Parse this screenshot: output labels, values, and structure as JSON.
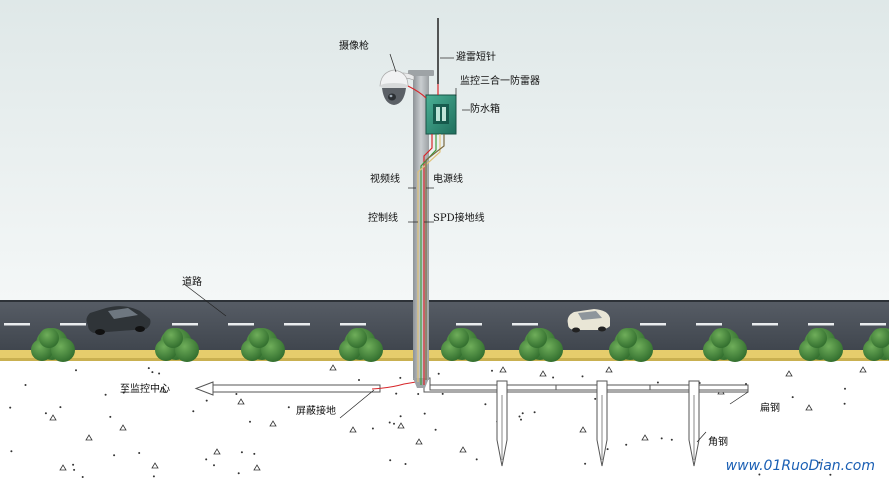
{
  "labels": {
    "camera": "摄像枪",
    "lightning_rod": "避雷短针",
    "surge_protector": "监控三合一防雷器",
    "waterproof_box": "防水箱",
    "video_cable": "视频线",
    "power_cable": "电源线",
    "control_cable": "控制线",
    "spd_ground": "SPD接地线",
    "road": "道路",
    "to_monitor_center": "至监控中心",
    "shield_ground": "屏蔽接地",
    "flat_steel": "扁钢",
    "angle_steel": "角钢"
  },
  "watermark": "www.01RuoDian.com",
  "colors": {
    "sky_top": "#e4ecec",
    "sky_bottom": "#f3f6f6",
    "road": "#4a5059",
    "curb": "#e7cf72",
    "ground": "#ffffff",
    "pole": "#a9aeb1",
    "wire_red": "#d7262a",
    "wire_green": "#3d9a3d",
    "box_green": "#2e8f78",
    "watermark": "#1a5fb4"
  },
  "icons": {
    "camera": "dome-camera-icon",
    "car_dark": "car-icon",
    "car_light": "car-icon",
    "bush": "bush-icon",
    "pebble": "pebble-icon",
    "arrow": "arrow-left-icon"
  }
}
